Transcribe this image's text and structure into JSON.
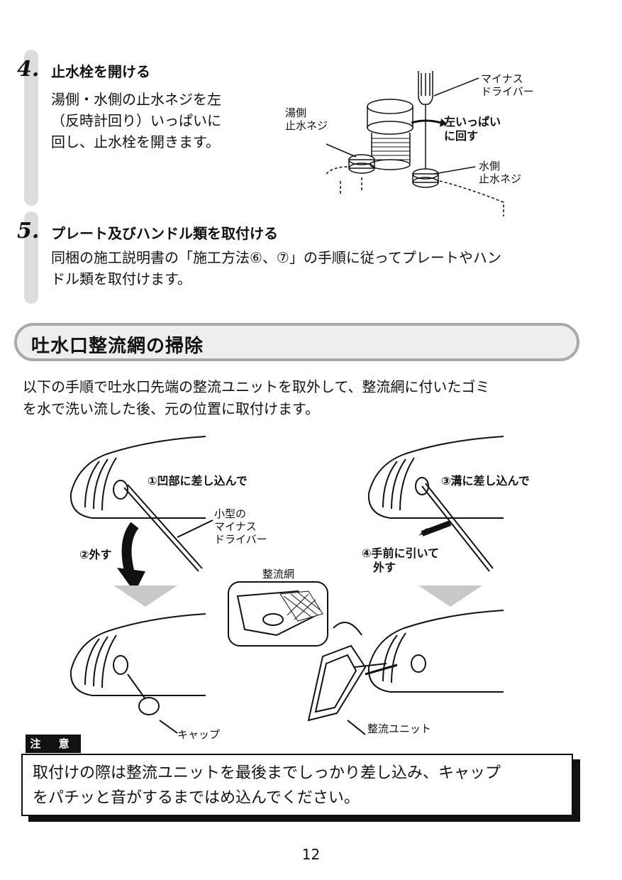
{
  "step4": {
    "number": "4.",
    "title": "止水栓を開ける",
    "body_lines": [
      "湯側・水側の止水ネジを左",
      "（反時計回り）いっぱいに",
      "回し、止水栓を開きます。"
    ],
    "labels": {
      "hot_screw": "湯側\n止水ネジ",
      "screwdriver": "マイナス\nドライバー",
      "turn_left": "左いっぱい\nに回す",
      "cold_screw": "水側\n止水ネジ"
    }
  },
  "step5": {
    "number": "5.",
    "title": "プレート及びハンドル類を取付ける",
    "body_lines": [
      "同梱の施工説明書の「施工方法⑥、⑦」の手順に従ってプレートやハン",
      "ドル類を取付けます。"
    ]
  },
  "section": {
    "title": "吐水口整流網の掃除",
    "intro_lines": [
      "以下の手順で吐水口先端の整流ユニットを取外して、整流網に付いたゴミ",
      "を水で洗い流した後、元の位置に取付けます。"
    ]
  },
  "diagram": {
    "step1": "①凹部に差し込んで",
    "tool": "小型の\nマイナス\nドライバー",
    "step2": "②外す",
    "step3": "③溝に差し込んで",
    "step4": "④手前に引いて\n　外す",
    "mesh": "整流網",
    "cap": "キャップ",
    "unit": "整流ユニット"
  },
  "caution": {
    "badge": "注 意",
    "lines": [
      "取付けの際は整流ユニットを最後までしっかり差し込み、キャップ",
      "をパチッと音がするまではめ込んでください。"
    ]
  },
  "page_number": "12"
}
